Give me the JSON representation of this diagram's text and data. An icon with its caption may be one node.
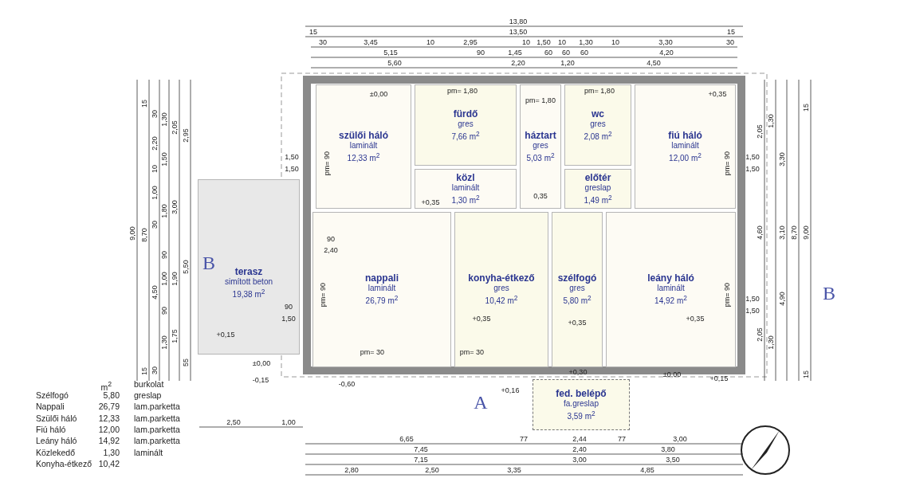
{
  "diagram": {
    "nodes": [
      {
        "text": [
          "szülői háló",
          "laminált",
          "12,33 m$^{2}$"
        ]
      },
      {
        "text": [
          "fürdő",
          "gres",
          "7,66 m$^{2}$"
        ]
      },
      {
        "text": [
          "háztart",
          "gres",
          "5,03 m$^{2}$"
        ]
      },
      {
        "text": [
          "wc",
          "gres",
          "2,08 m$^{2}$"
        ]
      },
      {
        "text": [
          "fiú háló",
          "laminált",
          "12,00 m$^{2}$"
        ]
      },
      {
        "text": [
          "közl",
          "laminált",
          "1,30 m$^{2}$"
        ]
      },
      {
        "text": [
          "előtér",
          "greslap",
          "1,49 m$^{2}$"
        ]
      },
      {
        "text": [
          "nappali",
          "laminált",
          "26,79 m$^{2}$"
        ]
      },
      {
        "text": [
          "konyha-étkező",
          "gres",
          "10,42 m$^{2}$"
        ]
      },
      {
        "text": [
          "szélfogó",
          "gres",
          "5,80 m$^{2}$"
        ]
      },
      {
        "text": [
          "leány háló",
          "laminált",
          "14,92 m$^{2}$"
        ]
      },
      {
        "text": [
          "terasz",
          "simított beton",
          "19,38 m$^{2}$"
        ]
      },
      {
        "text": [
          "fed. belépő",
          "fa.greslap",
          "3,59 m$^{2}$"
        ]
      }
    ],
    "labels": [
      "13,80",
      "15",
      "13,50",
      "15",
      "30",
      "3,45",
      "10",
      "2,95",
      "10",
      "1,50",
      "10",
      "1,30",
      "10",
      "3,30",
      "30",
      "5,15",
      "90",
      "1,45",
      "60",
      "60",
      "60",
      "4,20",
      "5,60",
      "2,20",
      "1,20",
      "4,50",
      "9,00",
      "15",
      "8,70",
      "15",
      "30",
      "2,20",
      "10",
      "1,00",
      "30",
      "4,50",
      "30",
      "1,30",
      "1,50",
      "1,80",
      "90",
      "1,00",
      "90",
      "1,30",
      "2,05",
      "3,00",
      "1,90",
      "1,75",
      "2,95",
      "5,50",
      "55",
      "1,30",
      "2,05",
      "3,30",
      "4,60",
      "3,10",
      "8,70",
      "9,00",
      "4,90",
      "2,05",
      "1,30",
      "15",
      "15",
      "2,50",
      "1,00",
      "6,65",
      "77",
      "2,44",
      "77",
      "3,00",
      "7,45",
      "2,40",
      "3,80",
      "7,15",
      "3,00",
      "3,50",
      "2,80",
      "2,50",
      "3,35",
      "4,85",
      "±0,00",
      "+0,35",
      "+0,35",
      "0,35",
      "+0,35",
      "+0,35",
      "+0,35",
      "+0,15",
      "±0,00",
      "-0,15",
      "-0,60",
      "+0,30",
      "±0,00",
      "+0,15",
      "+0,16",
      "pm= 90",
      "pm= 1,80",
      "pm= 1,80",
      "pm= 1,80",
      "pm= 90",
      "pm= 90",
      "pm= 90",
      "pm= 30",
      "pm= 30",
      "1,50",
      "1,50",
      "1,50",
      "1,50",
      "1,50",
      "1,50",
      "90",
      "1,50",
      "90",
      "2,40",
      "B",
      "B",
      "A",
      "m$^{2}$",
      "burkolat",
      "Szélfogó",
      "5,80",
      "greslap",
      "Nappali",
      "26,79",
      "lam.parketta",
      "Szülői háló",
      "12,33",
      "lam.parketta",
      "Fiú háló",
      "12,00",
      "lam.parketta",
      "Leány háló",
      "14,92",
      "lam.parketta",
      "Közlekedő",
      "1,30",
      "laminált",
      "Konyha-étkező",
      "10,42"
    ]
  }
}
